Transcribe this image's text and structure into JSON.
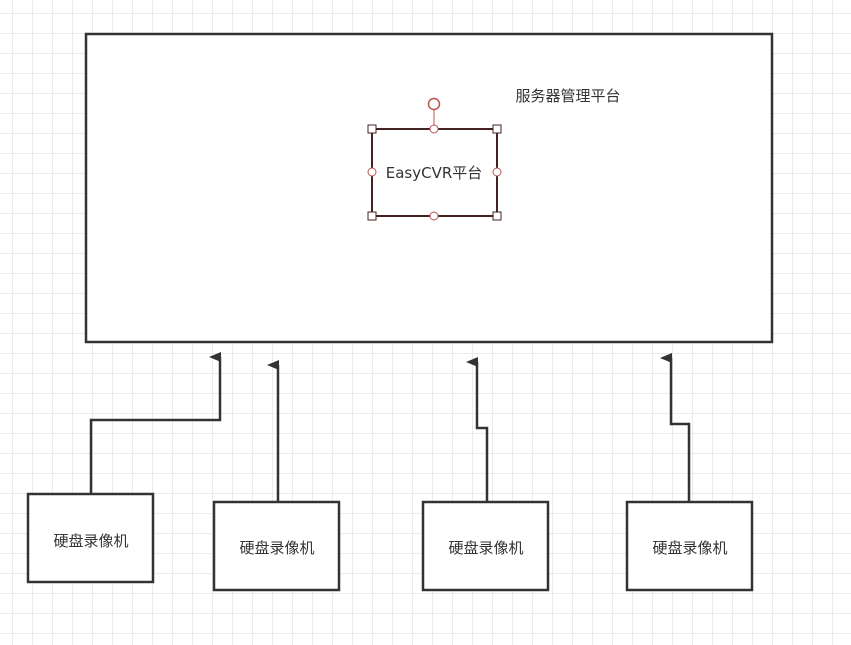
{
  "diagram": {
    "server_platform": {
      "label": "服务器管理平台"
    },
    "easycvr": {
      "label": "EasyCVR平台"
    },
    "recorders": [
      {
        "label": "硬盘录像机"
      },
      {
        "label": "硬盘录像机"
      },
      {
        "label": "硬盘录像机"
      },
      {
        "label": "硬盘录像机"
      }
    ],
    "colors": {
      "stroke": "#333333",
      "selected_stroke": "#442222",
      "handle": "#b85450",
      "grid": "#ebebeb"
    }
  }
}
